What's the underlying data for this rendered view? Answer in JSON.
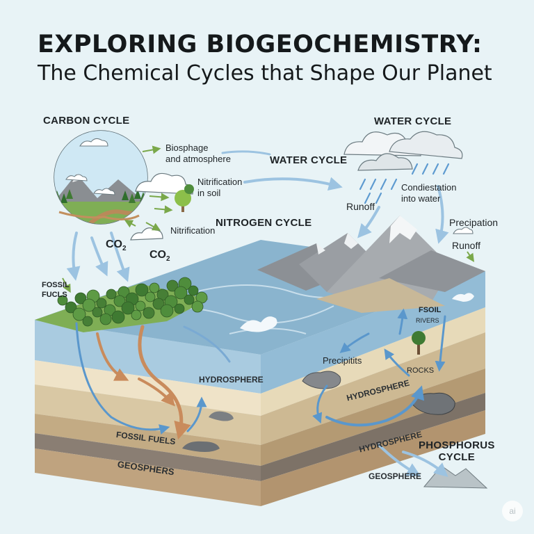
{
  "header": {
    "title": "EXPLORING BIOGEOCHEMISTRY:",
    "subtitle": "The Chemical Cycles that Shape Our Planet"
  },
  "labels": {
    "carbon_cycle": "CARBON CYCLE",
    "water_cycle_top": "WATER CYCLE",
    "water_cycle_mid": "WATER CYCLE",
    "nitrogen_cycle": "NITROGEN CYCLE",
    "biosphage": "Biosphage",
    "and_atmosphere": "and atmosphere",
    "nitrification_soil_1": "Nitrification",
    "nitrification_soil_2": "in soil",
    "nitrification": "Nitrification",
    "co2_a": "CO",
    "co2_a_sub": "2",
    "co2_b": "CO",
    "co2_b_sub": "2",
    "runoff_left": "Runoff",
    "condiestation_1": "Condiestation",
    "condiestation_2": "into water",
    "precipation": "Precipation",
    "runoff_right": "Runoff",
    "fossil_fucls_1": "FOSSIL",
    "fossil_fucls_2": "FUCLS",
    "fsoil": "FSOIL",
    "rivers": "RIVERS",
    "precipitits": "Precipitits",
    "rocks": "ROCKS",
    "hydrosphere_left": "HYDROSPHERE",
    "hydrosphere_mid": "HYDROSPHERE",
    "hydrosphere_low": "HYDROSPHERE",
    "fossil_fuels": "FOSSIL FUELS",
    "geosphers": "GEOSPHERS",
    "geosphere": "GEOSPHERE",
    "phosphorus_1": "PHOSPHORUS",
    "phosphorus_2": "CYCLE"
  },
  "badge": "ai",
  "colors": {
    "background": "#e8f3f6",
    "water": "#8fb6cf",
    "arrow_blue": "#4f8cc4",
    "arrow_brown": "#c98b5c",
    "foliage": "#4f8d3c",
    "mountain": "#9ea2a6"
  }
}
